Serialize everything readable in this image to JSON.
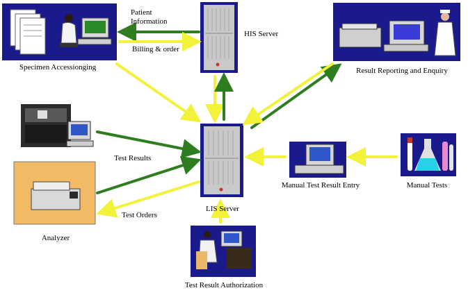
{
  "labels": {
    "patient_information": "Patient\nInformation",
    "billing_order": "Billing & order",
    "his_server": "HIS Server",
    "specimen_accessioning": "Specimen Accessionging",
    "result_reporting": "Result Reporting and Enquiry",
    "test_results": "Test Results",
    "test_orders": "Test Orders",
    "lis_server": "LIS Server",
    "manual_entry": "Manual Test Result Entry",
    "manual_tests": "Manual Tests",
    "analyzer": "Analyzer",
    "authorization": "Test Result Authorization"
  },
  "colors": {
    "green_arrow": "#2e7d1f",
    "yellow_arrow": "#f2f23a",
    "server_border": "#1a1a8c",
    "panel_blue": "#1a1a8c"
  },
  "icons": {
    "specimen": "office-worker-at-computer",
    "his": "server-tower",
    "lis": "server-tower",
    "reporting": "nurse-with-printer",
    "analyzer_top": "lab-analyzer-machine",
    "analyzer_bottom": "analyzer-photo",
    "manual_entry": "computer-terminal",
    "manual_tests": "test-tubes-and-flask",
    "authorization": "reviewer-at-desk"
  }
}
